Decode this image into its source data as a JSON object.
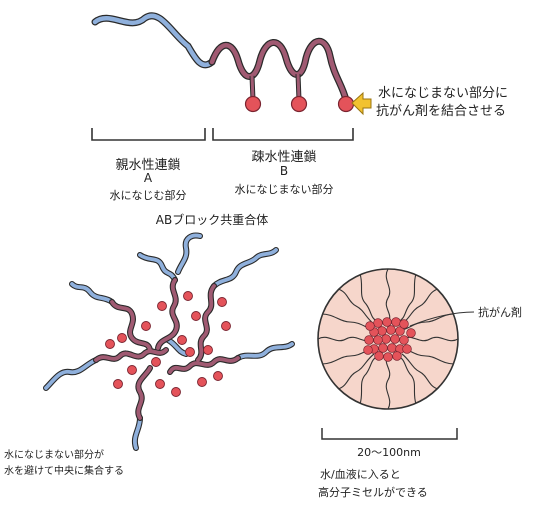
{
  "top": {
    "callout": [
      "水になじまない部分に",
      "抗がん剤を結合させる"
    ],
    "hydrophilic": {
      "name": "親水性連鎖",
      "letter": "A",
      "desc": "水になじむ部分"
    },
    "hydrophobic": {
      "name": "疎水性連鎖",
      "letter": "B",
      "desc": "水になじまない部分"
    },
    "caption": "ABブロック共重合体"
  },
  "bottom_left": {
    "caption": [
      "水になじまない部分が",
      "水を避けて中央に集合する"
    ]
  },
  "bottom_right": {
    "drug_label": "抗がん剤",
    "size_label": "20〜100nm",
    "caption": [
      "水/血液に入ると",
      "高分子ミセルができる"
    ]
  },
  "colors": {
    "hydrophilic_chain": "#8fb0dc",
    "hydrophobic_chain": "#a05a72",
    "drug": "#e4535a",
    "micelle_fill": "#f6d6cb",
    "callout_arrow": "#f2c230"
  }
}
